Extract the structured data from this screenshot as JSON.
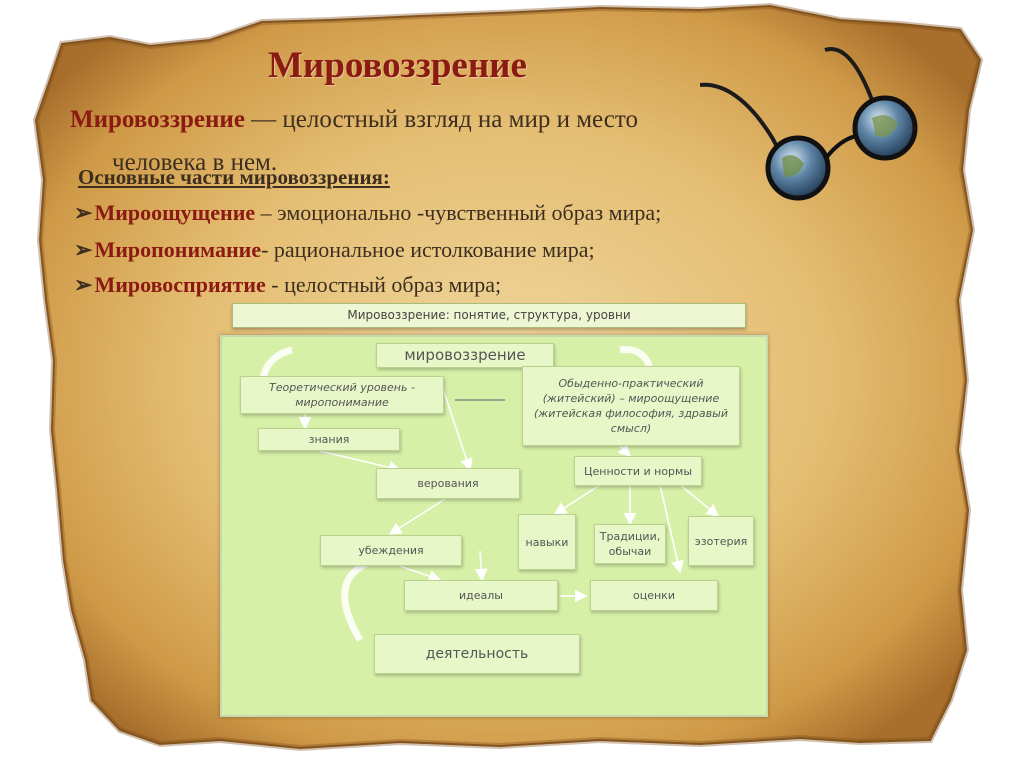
{
  "slide": {
    "title": "Мировоззрение",
    "definition": {
      "term": "Мировоззрение",
      "line1_rest": " — целостный взгляд на мир и место",
      "line2": "человека в нем."
    },
    "parts_heading": "Основные части мировоззрения:",
    "bullets": [
      {
        "marker": "➢",
        "term": "Мироощущение",
        "rest": " – эмоционально -чувственный образ мира;"
      },
      {
        "marker": "➢",
        "term": "Миропонимание",
        "rest": "- рациональное истолкование мира;"
      },
      {
        "marker": "➢",
        "term": "Мировосприятие",
        "rest": " - целостный образ мира;"
      }
    ]
  },
  "diagram": {
    "banner": "Мировоззрение: понятие, структура, уровни",
    "nodes": {
      "root": "мировоззрение",
      "theoretical": "Теоретический уровень - миропонимание",
      "everyday": "Обыденно-практический (житейский) – мироощущение (житейская философия, здравый смысл)",
      "knowledge": "знания",
      "beliefs": "верования",
      "values": "Ценности и нормы",
      "skills": "навыки",
      "traditions": "Традиции, обычаи",
      "esoterics": "эзотерия",
      "convictions": "убеждения",
      "ideals": "идеалы",
      "evaluations": "оценки",
      "activity": "деятельность"
    }
  },
  "colors": {
    "accent_red": "#8b1a12",
    "parchment": "#e2b96a",
    "diagram_panel": "#d6f0a8",
    "diagram_box": "#e8f7c8"
  },
  "icons": [
    "glasses-with-globe-lenses-icon",
    "bullet-arrow-icon"
  ]
}
